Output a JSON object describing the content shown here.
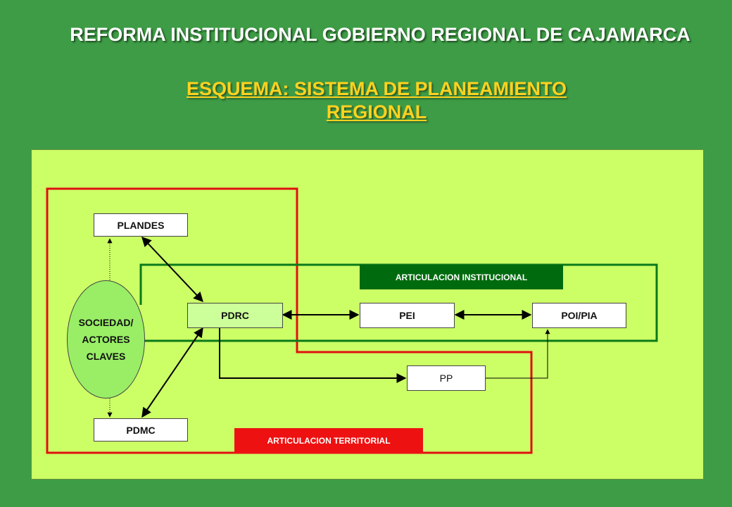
{
  "title": "REFORMA INSTITUCIONAL GOBIERNO REGIONAL DE CAJAMARCA",
  "subtitle": {
    "line1": "ESQUEMA: SISTEMA DE PLANEAMIENTO",
    "line2": "REGIONAL"
  },
  "nodes": {
    "plandes": "PLANDES",
    "pdrc": "PDRC",
    "pei": "PEI",
    "poi_pia": "POI/PIA",
    "pp": "PP",
    "pdmc": "PDMC",
    "sociedad": {
      "line1": "SOCIEDAD/",
      "line2": "ACTORES",
      "line3": "CLAVES"
    }
  },
  "tags": {
    "institucional": "ARTICULACION INSTITUCIONAL",
    "territorial": "ARTICULACION TERRITORIAL"
  },
  "colors": {
    "background": "#3d9c45",
    "panel": "#ccff66",
    "institutional_loop": "#0a7a1a",
    "territorial_loop": "#e01010",
    "title_text": "#ffffff",
    "subtitle_text": "#ffd21f"
  }
}
